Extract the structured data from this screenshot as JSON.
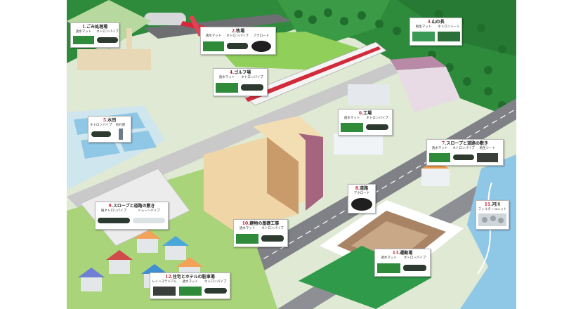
{
  "image": {
    "width": 830,
    "height": 440
  },
  "colors": {
    "mountain": "#2e8b3c",
    "forest_light": "#8fcf5a",
    "road": "#7f8187",
    "rail": "#c9c9c9",
    "water": "#8fc7e6",
    "accent": "#c0182b"
  },
  "callouts": [
    {
      "id": "c1",
      "number": "1.",
      "title": "ごみ処理場",
      "products": [
        "透水マット",
        "ネトロンパイプ"
      ]
    },
    {
      "id": "c2",
      "number": "2.",
      "title": "牧場",
      "products": [
        "透水マット",
        "ネトロンパイプ",
        "アクロード"
      ]
    },
    {
      "id": "c3",
      "number": "3.",
      "title": "山の長",
      "products": [
        "植生マット",
        "ネトロンシート"
      ]
    },
    {
      "id": "c4",
      "number": "4.",
      "title": "ゴルフ場",
      "products": [
        "透水マット",
        "ネトロンパイプ"
      ]
    },
    {
      "id": "c5",
      "number": "5.",
      "title": "水田",
      "products": [
        "ネトロンパイプ",
        "有孔管"
      ]
    },
    {
      "id": "c6",
      "number": "6.",
      "title": "工場",
      "products": [
        "透水マット",
        "ネトロンパイプ"
      ]
    },
    {
      "id": "c7",
      "number": "7.",
      "title": "スロープと道路の敷き",
      "products": [
        "透水マット",
        "ネトロンパイプ",
        "植生シート"
      ]
    },
    {
      "id": "c8",
      "number": "8.",
      "title": "道路",
      "products": [
        "アクロード"
      ]
    },
    {
      "id": "c9",
      "number": "9.",
      "title": "スロープと道路の敷き",
      "products": [
        "植ネトロンパイプ",
        "ドレーンパイプ"
      ]
    },
    {
      "id": "c10",
      "number": "10.",
      "title": "建物の基礎工事",
      "products": [
        "透水マット",
        "ネトロンパイプ"
      ]
    },
    {
      "id": "c11",
      "number": "11.",
      "title": "河川",
      "products": [
        "フィルターユニット"
      ]
    },
    {
      "id": "c12",
      "number": "12.",
      "title": "住宅とホテルの駐車場",
      "products": [
        "レインステジアム",
        "透水マット",
        "ネトロンパイプ"
      ]
    },
    {
      "id": "c13",
      "number": "13.",
      "title": "運動場",
      "products": [
        "透水マット",
        "ネトロンパイプ"
      ]
    }
  ]
}
